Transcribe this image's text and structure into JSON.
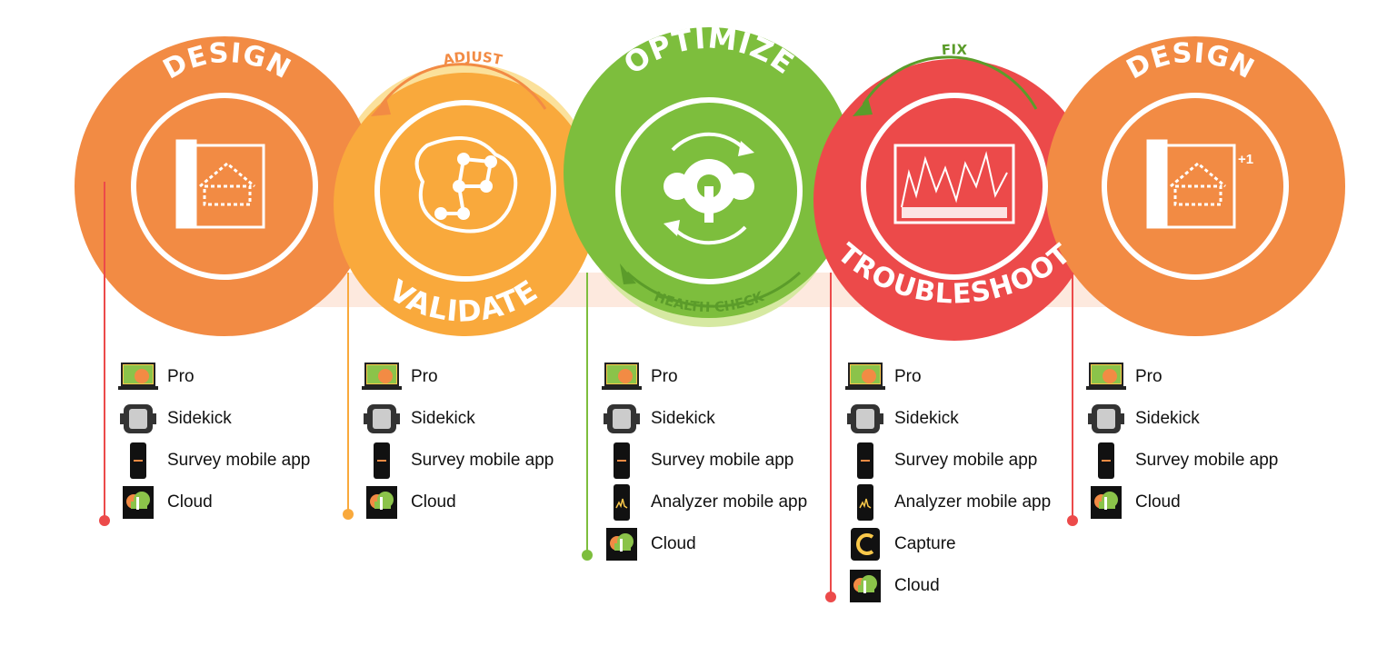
{
  "stages": [
    {
      "label": "DESIGN",
      "color": "#F28B44"
    },
    {
      "label": "VALIDATE",
      "color": "#F9A93C"
    },
    {
      "label": "OPTIMIZE",
      "color": "#7DBE3D"
    },
    {
      "label": "TROUBLESHOOT",
      "color": "#EC4A4A"
    },
    {
      "label": "DESIGN",
      "color": "#F28B44"
    }
  ],
  "loop_labels": {
    "adjust": "ADJUST",
    "health_check": "HEALTH CHECK",
    "fix": "FIX"
  },
  "plus_one": "+1",
  "icons": {
    "pro": "laptop-icon",
    "sidekick": "sidekick-device-icon",
    "survey": "phone-icon",
    "analyzer": "phone-spectrum-icon",
    "capture": "capture-icon",
    "cloud": "cloud-icon"
  },
  "columns": [
    {
      "items": [
        {
          "label": "Pro",
          "icon": "pro"
        },
        {
          "label": "Sidekick",
          "icon": "sidekick"
        },
        {
          "label": "Survey mobile app",
          "icon": "survey"
        },
        {
          "label": "Cloud",
          "icon": "cloud"
        }
      ]
    },
    {
      "items": [
        {
          "label": "Pro",
          "icon": "pro"
        },
        {
          "label": "Sidekick",
          "icon": "sidekick"
        },
        {
          "label": "Survey mobile app",
          "icon": "survey"
        },
        {
          "label": "Cloud",
          "icon": "cloud"
        }
      ]
    },
    {
      "items": [
        {
          "label": "Pro",
          "icon": "pro"
        },
        {
          "label": "Sidekick",
          "icon": "sidekick"
        },
        {
          "label": "Survey mobile app",
          "icon": "survey"
        },
        {
          "label": "Analyzer mobile app",
          "icon": "analyzer"
        },
        {
          "label": "Cloud",
          "icon": "cloud"
        }
      ]
    },
    {
      "items": [
        {
          "label": "Pro",
          "icon": "pro"
        },
        {
          "label": "Sidekick",
          "icon": "sidekick"
        },
        {
          "label": "Survey mobile app",
          "icon": "survey"
        },
        {
          "label": "Analyzer mobile app",
          "icon": "analyzer"
        },
        {
          "label": "Capture",
          "icon": "capture"
        },
        {
          "label": "Cloud",
          "icon": "cloud"
        }
      ]
    },
    {
      "items": [
        {
          "label": "Pro",
          "icon": "pro"
        },
        {
          "label": "Sidekick",
          "icon": "sidekick"
        },
        {
          "label": "Survey mobile app",
          "icon": "survey"
        },
        {
          "label": "Cloud",
          "icon": "cloud"
        }
      ]
    }
  ]
}
